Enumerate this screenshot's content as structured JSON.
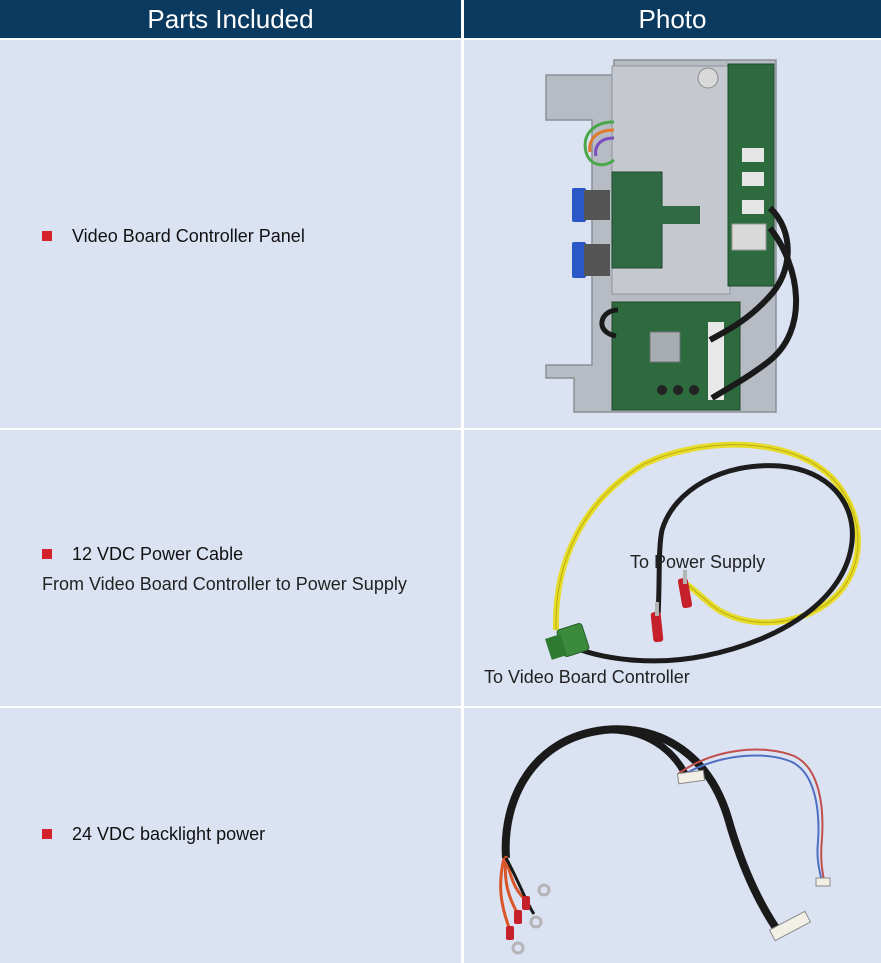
{
  "header": {
    "col_parts": "Parts Included",
    "col_photo": "Photo"
  },
  "rows": [
    {
      "item": "Video Board Controller Panel"
    },
    {
      "item": "12 VDC Power Cable",
      "subtitle": "From Video Board Controller to Power Supply",
      "callout_power": "To Power Supply",
      "callout_controller": "To Video Board Controller"
    },
    {
      "item": "24 VDC backlight power"
    }
  ],
  "colors": {
    "header_bg": "#0b3a60",
    "cell_bg": "#dbe3f3",
    "bullet": "#d3222a"
  }
}
